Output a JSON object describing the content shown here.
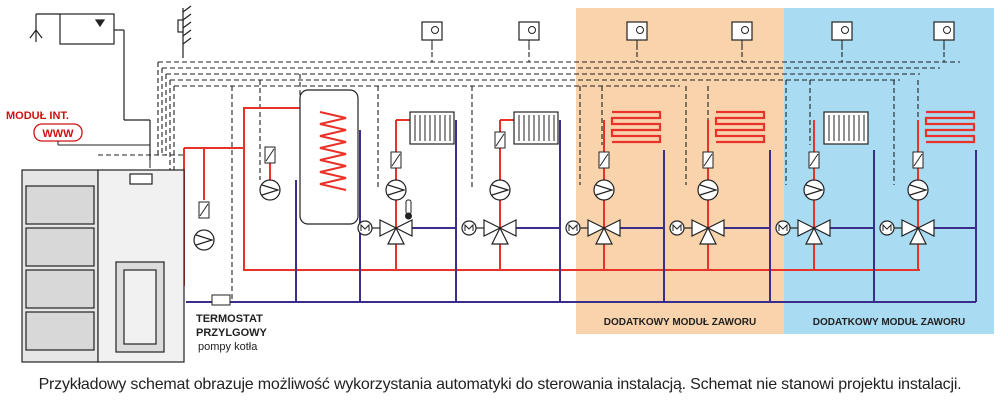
{
  "labels": {
    "module_internet": "MODUŁ INT.",
    "www": "WWW",
    "thermostat_line1": "TERMOSTAT",
    "thermostat_line2": "PRZYLGOWY",
    "thermostat_line3": "pompy kotła",
    "extra_valve_module_1": "DODATKOWY MODUŁ ZAWORU",
    "extra_valve_module_2": "DODATKOWY MODUŁ ZAWORU"
  },
  "caption": "Przykładowy schemat obrazuje możliwość wykorzystania automatyki do sterowania instalacją. Schemat nie stanowi projektu instalacji.",
  "colors": {
    "supply_pipe": "#e8322a",
    "return_pipe": "#3a2d8c",
    "module_orange_bg": "#f9d3ac",
    "module_blue_bg": "#a9dbf2",
    "accent_red": "#d01010",
    "line": "#222222"
  },
  "icons": [
    "room-thermostat-icon",
    "pump-icon",
    "mixing-valve-icon",
    "radiator-icon",
    "underfloor-heating-icon",
    "boiler-icon",
    "water-tank-icon",
    "temperature-sensor-icon"
  ]
}
